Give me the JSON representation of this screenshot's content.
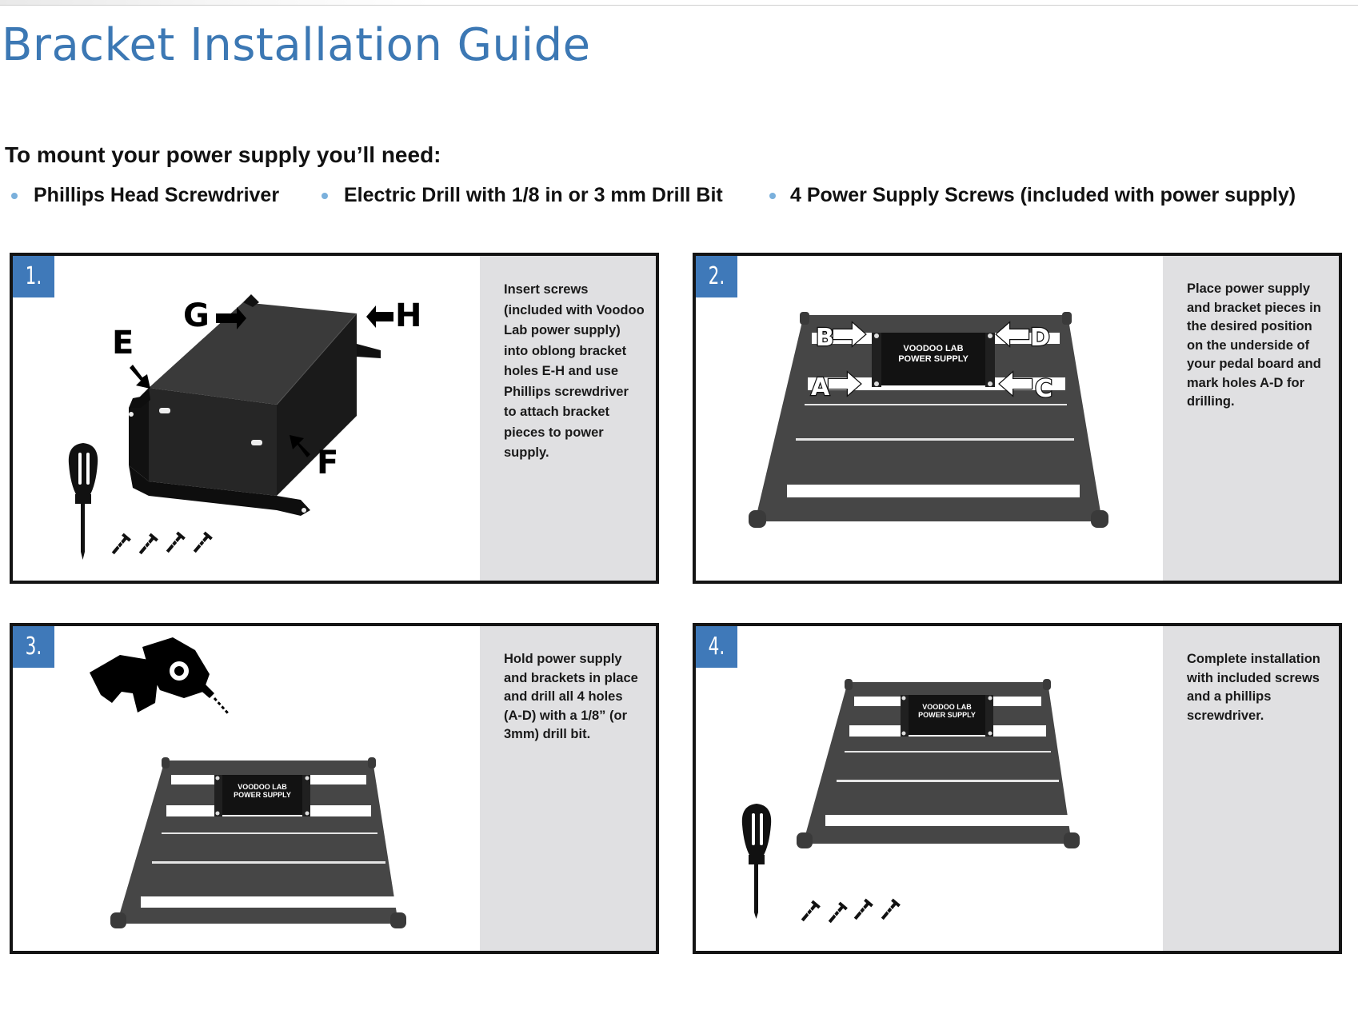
{
  "page": {
    "title": "Bracket Installation Guide",
    "subtitle": "To mount your power supply you’ll need:",
    "tools": [
      "Phillips Head Screwdriver",
      "Electric Drill with 1/8 in or 3 mm Drill Bit",
      "4 Power Supply Screws (included with power supply)"
    ],
    "accent_color": "#3c78b4",
    "bullet_color": "#7ab0dc"
  },
  "steps": [
    {
      "number": "1.",
      "text": "Insert screws (included with Voodoo Lab power supply) into oblong bracket holes E-H and use Phillips screwdriver to attach bracket pieces to power supply.",
      "labels": [
        "E",
        "F",
        "G",
        "H"
      ],
      "icons": [
        "bracket-illustration",
        "screwdriver-icon",
        "screw-icon"
      ]
    },
    {
      "number": "2.",
      "text": "Place power supply and bracket pieces in the desired position on the underside of your pedal board and mark holes A-D for drilling.",
      "labels": [
        "A",
        "B",
        "C",
        "D"
      ],
      "supply_label": [
        "VOODOO LAB",
        "POWER SUPPLY"
      ],
      "icons": [
        "pedalboard-illustration",
        "arrow-icon"
      ]
    },
    {
      "number": "3.",
      "text": "Hold power supply and brackets in place and drill all 4 holes (A-D) with a 1/8” (or 3mm) drill bit.",
      "supply_label": [
        "VOODOO LAB",
        "POWER SUPPLY"
      ],
      "icons": [
        "hand-drill-icon",
        "pedalboard-illustration"
      ]
    },
    {
      "number": "4.",
      "text": "Complete installation with included screws and a phillips screwdriver.",
      "supply_label": [
        "VOODOO LAB",
        "POWER SUPPLY"
      ],
      "icons": [
        "pedalboard-illustration",
        "screwdriver-icon",
        "screw-icon"
      ]
    }
  ]
}
